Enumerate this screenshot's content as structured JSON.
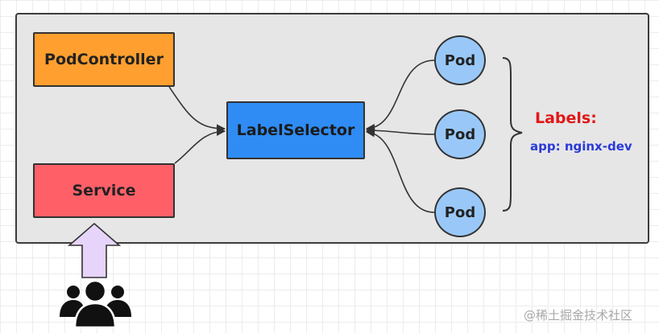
{
  "diagram": {
    "controller_label": "PodController",
    "service_label": "Service",
    "selector_label": "LabelSelector",
    "pods": [
      "Pod",
      "Pod",
      "Pod"
    ],
    "labels_title": "Labels:",
    "labels_value": "app: nginx-dev"
  },
  "watermark": "@稀土掘金技术社区",
  "colors": {
    "controller": "#ff9f2f",
    "service": "#ff6068",
    "selector": "#2f8cf5",
    "pod": "#99c8f8",
    "users_arrow": "#e7d4fb",
    "labels_title": "#e01818",
    "labels_value": "#2a3ad8"
  },
  "icons": {
    "users": "users-group-icon",
    "arrow": "up-arrow-icon",
    "brace": "curly-brace-icon"
  }
}
